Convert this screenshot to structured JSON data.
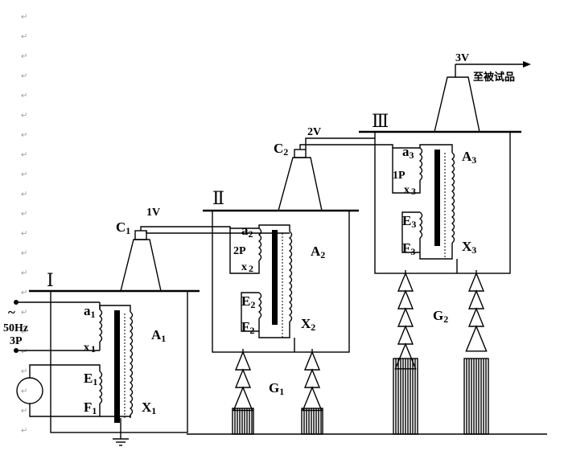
{
  "voltages": {
    "v1": "1V",
    "v2": "2V",
    "v3": "3V"
  },
  "output_label": "至被试品",
  "source": {
    "freq": "50Hz",
    "phase": "3P",
    "tilde": "~"
  },
  "stages": [
    {
      "numeral": "Ⅰ",
      "coupling": {
        "main": "C",
        "sub": "1"
      },
      "a": {
        "main": "a",
        "sub": "1"
      },
      "x": {
        "main": "x",
        "sub": "1"
      },
      "e": {
        "main": "E",
        "sub": "1"
      },
      "f": {
        "main": "F",
        "sub": "1"
      },
      "A": {
        "main": "A",
        "sub": "1"
      },
      "X": {
        "main": "X",
        "sub": "1"
      }
    },
    {
      "numeral": "Ⅱ",
      "coupling": {
        "main": "C",
        "sub": "2"
      },
      "a": {
        "main": "a",
        "sub": "2"
      },
      "p": "2P",
      "x": {
        "main": "x",
        "sub": "2"
      },
      "e": {
        "main": "E",
        "sub": "2"
      },
      "f": {
        "main": "F",
        "sub": "2"
      },
      "A": {
        "main": "A",
        "sub": "2"
      },
      "X": {
        "main": "X",
        "sub": "2"
      }
    },
    {
      "numeral": "Ⅲ",
      "a": {
        "main": "a",
        "sub": "3"
      },
      "p": "1P",
      "x": {
        "main": "x",
        "sub": "3"
      },
      "e": {
        "main": "E",
        "sub": "3"
      },
      "f": {
        "main": "F",
        "sub": "3"
      },
      "A": {
        "main": "A",
        "sub": "3"
      },
      "X": {
        "main": "X",
        "sub": "3"
      }
    }
  ],
  "insulators": [
    {
      "main": "G",
      "sub": "1"
    },
    {
      "main": "G",
      "sub": "2"
    }
  ],
  "colors": {
    "line": "#000000",
    "background": "#ffffff",
    "para_mark": "#9a9a9a"
  }
}
